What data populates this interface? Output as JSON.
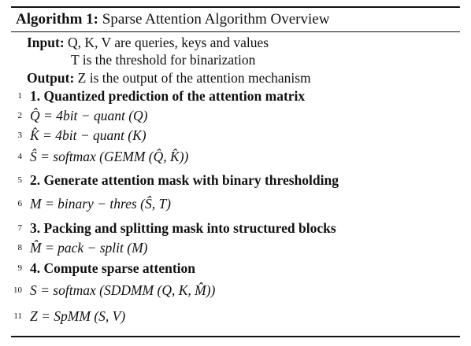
{
  "algorithm": {
    "label": "Algorithm 1:",
    "title": "Sparse Attention Algorithm Overview",
    "input_label": "Input:",
    "input_text": "Q, K, V are queries, keys and values",
    "input_text2": "T is the threshold for binarization",
    "output_label": "Output:",
    "output_text": "Z is the output of the attention mechanism",
    "lines": [
      {
        "num": "1",
        "text": "1. Quantized prediction of the attention matrix"
      },
      {
        "num": "2",
        "text": "Q̂ = 4bit − quant (Q)"
      },
      {
        "num": "3",
        "text": "K̂ = 4bit − quant (K)"
      },
      {
        "num": "4",
        "text": "Ŝ = softmax (GEMM (Q̂, K̂))"
      },
      {
        "num": "5",
        "text": "2. Generate attention mask with binary thresholding"
      },
      {
        "num": "6",
        "text": "M = binary − thres (Ŝ, T)"
      },
      {
        "num": "7",
        "text": "3. Packing and splitting mask into structured blocks"
      },
      {
        "num": "8",
        "text": "M̂ = pack − split (M)"
      },
      {
        "num": "9",
        "text": "4. Compute sparse attention"
      },
      {
        "num": "10",
        "text": "S = softmax (SDDMM (Q, K, M̂))"
      },
      {
        "num": "11",
        "text": "Z = SpMM (S, V)"
      }
    ]
  }
}
